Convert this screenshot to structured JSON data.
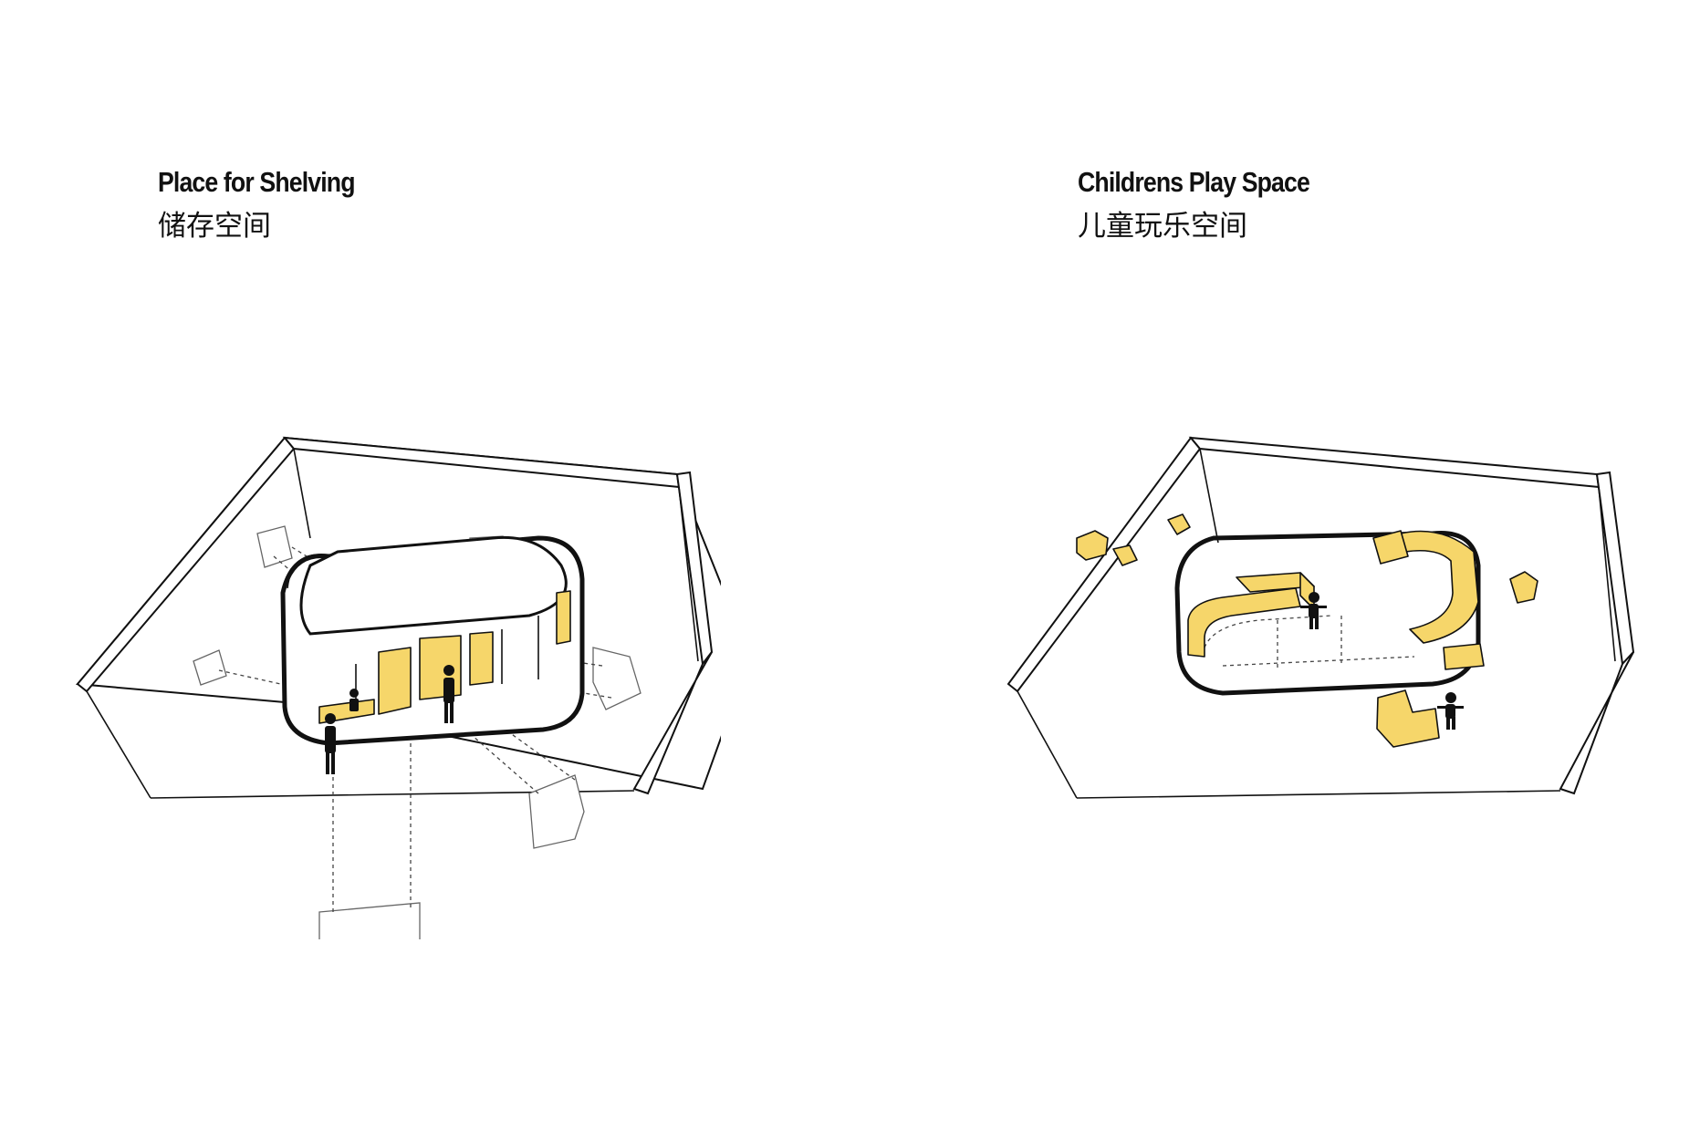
{
  "panels": [
    {
      "title": "Place for Shelving",
      "subtitle": "储存空间"
    },
    {
      "title": "Childrens Play Space",
      "subtitle": "儿童玩乐空间"
    }
  ],
  "colors": {
    "accent_yellow": "#f6d66a",
    "outline": "#111111",
    "background": "#ffffff"
  }
}
